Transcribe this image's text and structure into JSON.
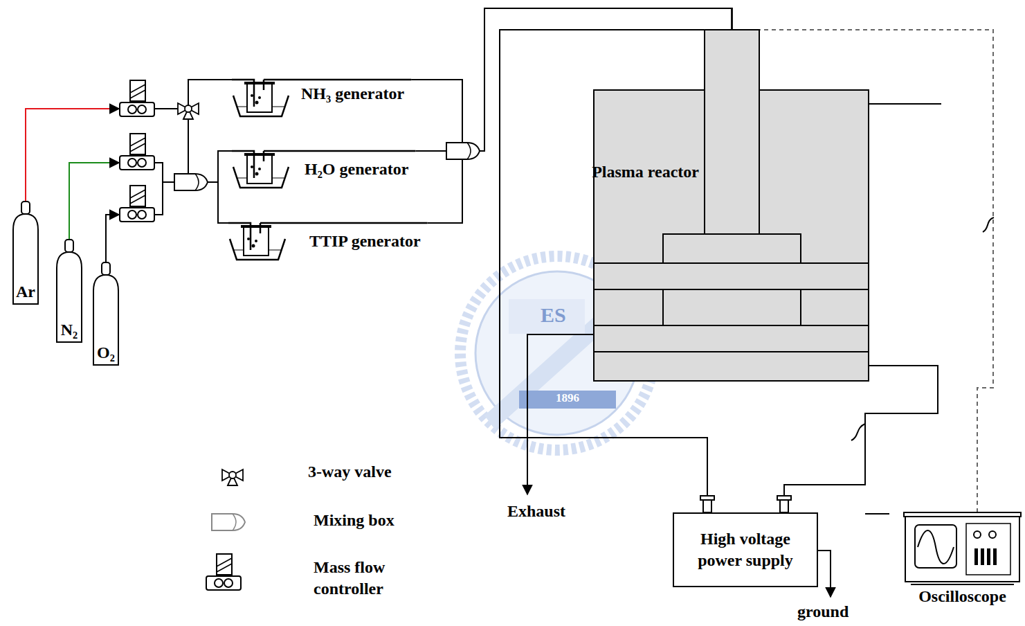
{
  "diagram": {
    "nodes": [
      {
        "text": [
          "Ar"
        ]
      },
      {
        "text": [
          "N₂"
        ]
      },
      {
        "text": [
          "O₂"
        ]
      },
      {
        "text": [
          "NH₃ generator"
        ]
      },
      {
        "text": [
          "H₂O generator"
        ]
      },
      {
        "text": [
          "TTIP generator"
        ]
      },
      {
        "text": [
          "Plasma reactor"
        ]
      },
      {
        "text": [
          "High voltage power supply"
        ]
      },
      {
        "text": [
          "Oscilloscope"
        ]
      }
    ],
    "edges": [
      {
        "from": 0,
        "to": 3,
        "arrow": "none"
      },
      {
        "from": 0,
        "to": 4,
        "arrow": "none"
      },
      {
        "from": 0,
        "to": 5,
        "arrow": "none"
      },
      {
        "from": 1,
        "to": 4,
        "arrow": "none"
      },
      {
        "from": 1,
        "to": 5,
        "arrow": "none"
      },
      {
        "from": 2,
        "to": 4,
        "arrow": "none"
      },
      {
        "from": 2,
        "to": 5,
        "arrow": "none"
      },
      {
        "from": 3,
        "to": 6,
        "arrow": "none"
      },
      {
        "from": 4,
        "to": 6,
        "arrow": "none"
      },
      {
        "from": 5,
        "to": 6,
        "arrow": "none"
      },
      {
        "from": 7,
        "to": 6,
        "arrow": "none"
      },
      {
        "from": 7,
        "to": 6,
        "arrow": "none"
      },
      {
        "from": 8,
        "to": 6,
        "arrow": "none"
      }
    ],
    "labels": [
      "Exhaust",
      "ground",
      "ES",
      "1896"
    ],
    "legend": [
      {
        "text": "3-way valve"
      },
      {
        "text": "Mixing box"
      },
      {
        "text": "Mass flow controller"
      }
    ]
  }
}
